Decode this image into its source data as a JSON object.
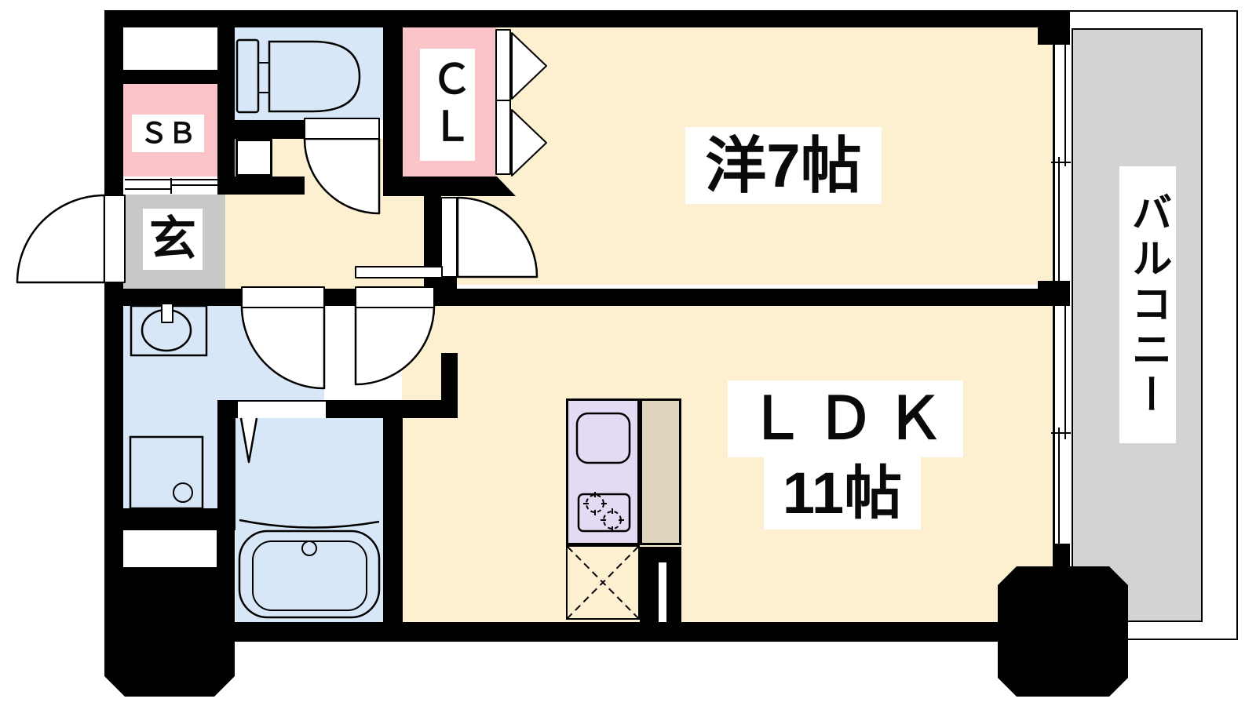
{
  "plan": {
    "unit_labels": {
      "western_room": "洋7帖",
      "ldk_line1": "ＬＤＫ",
      "ldk_line2": "11帖",
      "balcony": "バルコニー",
      "closet": "ＣＬ",
      "shoe_box": "ＳＢ",
      "entrance": "玄"
    },
    "colors": {
      "wall": "#000000",
      "room_floor": "#fcf0d1",
      "wet_floor": "#d8e7f8",
      "storage_pink": "#fac4c8",
      "entrance_gray": "#c9c9c9",
      "balcony_gray": "#d3d3d3",
      "kitchen_counter": "#e5daf3",
      "counter_side": "#dfd5bc",
      "label_bg": "#ffffff"
    }
  }
}
